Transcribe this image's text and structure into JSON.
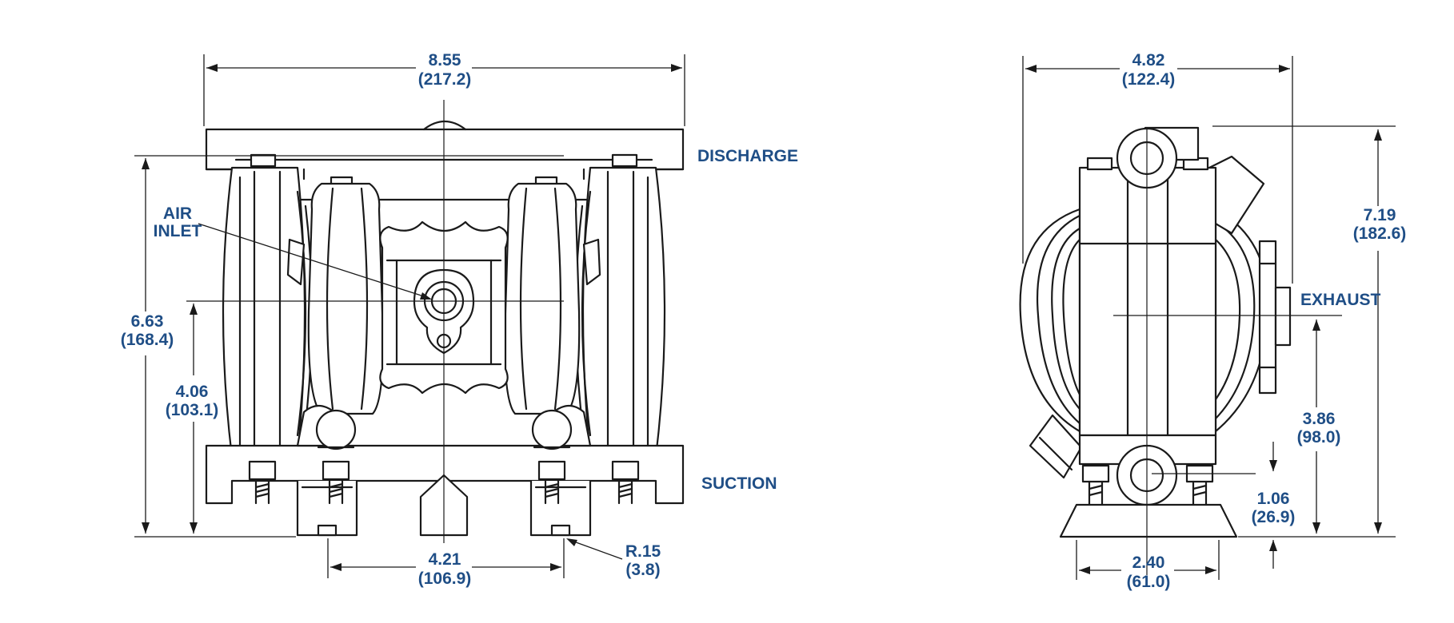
{
  "front_view": {
    "width_dim": {
      "value": "8.55",
      "metric": "(217.2)"
    },
    "height_dim": {
      "value": "6.63",
      "metric": "(168.4)"
    },
    "air_inlet_height_dim": {
      "value": "4.06",
      "metric": "(103.1)"
    },
    "mount_spacing_dim": {
      "value": "4.21",
      "metric": "(106.9)"
    },
    "slot_radius_dim": {
      "value": "R.15",
      "metric": "(3.8)"
    },
    "labels": {
      "discharge": "DISCHARGE",
      "air_inlet_line1": "AIR",
      "air_inlet_line2": "INLET",
      "suction": "SUCTION"
    }
  },
  "side_view": {
    "width_dim": {
      "value": "4.82",
      "metric": "(122.4)"
    },
    "height_dim": {
      "value": "7.19",
      "metric": "(182.6)"
    },
    "exhaust_height_dim": {
      "value": "3.86",
      "metric": "(98.0)"
    },
    "suction_height_dim": {
      "value": "1.06",
      "metric": "(26.9)"
    },
    "base_width_dim": {
      "value": "2.40",
      "metric": "(61.0)"
    },
    "labels": {
      "exhaust": "EXHAUST"
    }
  },
  "colors": {
    "label_blue": "#1f4e86",
    "line_black": "#1a1a1a",
    "background": "#ffffff"
  }
}
